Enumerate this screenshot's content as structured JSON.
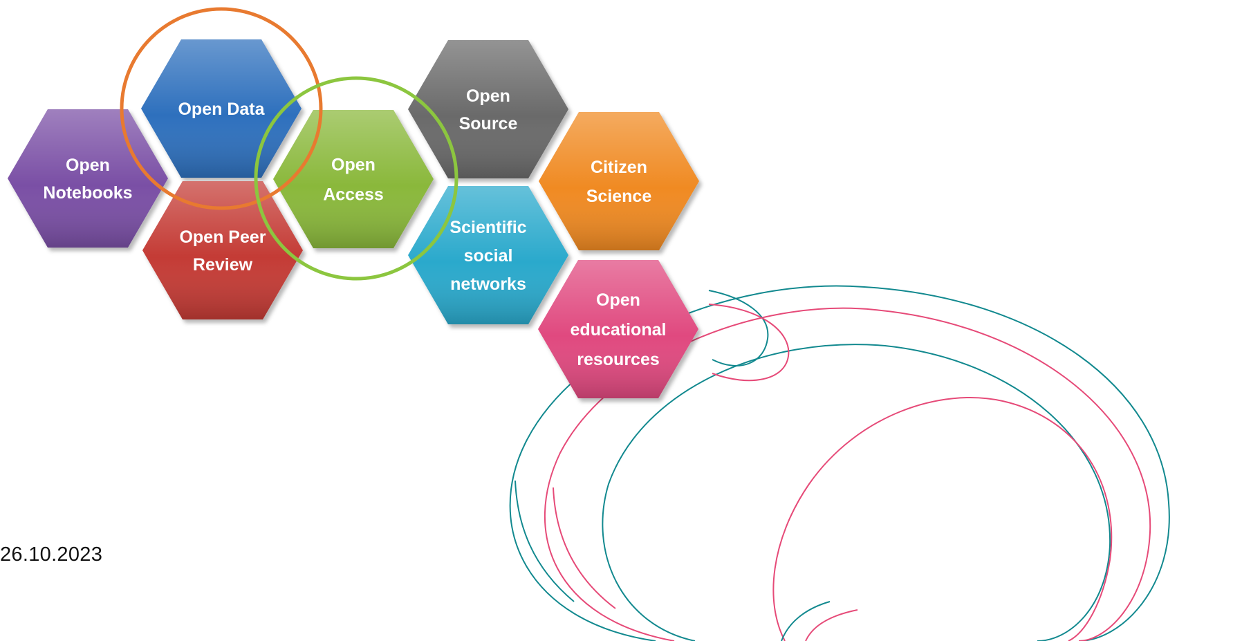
{
  "date": "26.10.2023",
  "hexagons": [
    {
      "id": "open-notebooks",
      "lines": [
        "Open",
        "Notebooks"
      ],
      "color": "#7a4fa5"
    },
    {
      "id": "open-data",
      "lines": [
        "Open Data"
      ],
      "color": "#2e6fbd"
    },
    {
      "id": "open-peer-review",
      "lines": [
        "Open Peer",
        "Review"
      ],
      "color": "#c43a35"
    },
    {
      "id": "open-access",
      "lines": [
        "Open",
        "Access"
      ],
      "color": "#8ab83b"
    },
    {
      "id": "open-source",
      "lines": [
        "Open",
        "Source"
      ],
      "color": "#6b6b6b"
    },
    {
      "id": "scientific-social-networks",
      "lines": [
        "Scientific",
        "social",
        "networks"
      ],
      "color": "#2aa9cc"
    },
    {
      "id": "citizen-science",
      "lines": [
        "Citizen",
        "Science"
      ],
      "color": "#f08a24"
    },
    {
      "id": "open-educational-resources",
      "lines": [
        "Open",
        "educational",
        "resources"
      ],
      "color": "#e0487f"
    }
  ],
  "highlight_rings": [
    {
      "id": "open-data-ring",
      "color": "#e87a30"
    },
    {
      "id": "open-access-ring",
      "color": "#8cc63f"
    }
  ],
  "decoration_colors": {
    "teal": "#12898f",
    "pink": "#e64a78"
  }
}
